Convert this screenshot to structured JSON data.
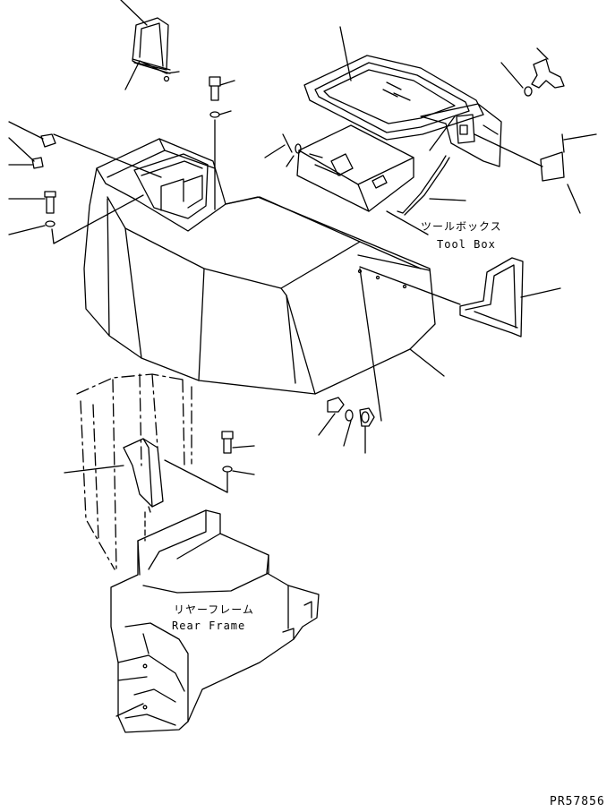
{
  "labels": {
    "tool_box_jp": "ツールボックス",
    "tool_box_en": "Tool Box",
    "rear_frame_jp": "リヤーフレーム",
    "rear_frame_en": "Rear Frame"
  },
  "figure_code": "PR57856",
  "colors": {
    "line": "#000000",
    "background": "#ffffff"
  }
}
